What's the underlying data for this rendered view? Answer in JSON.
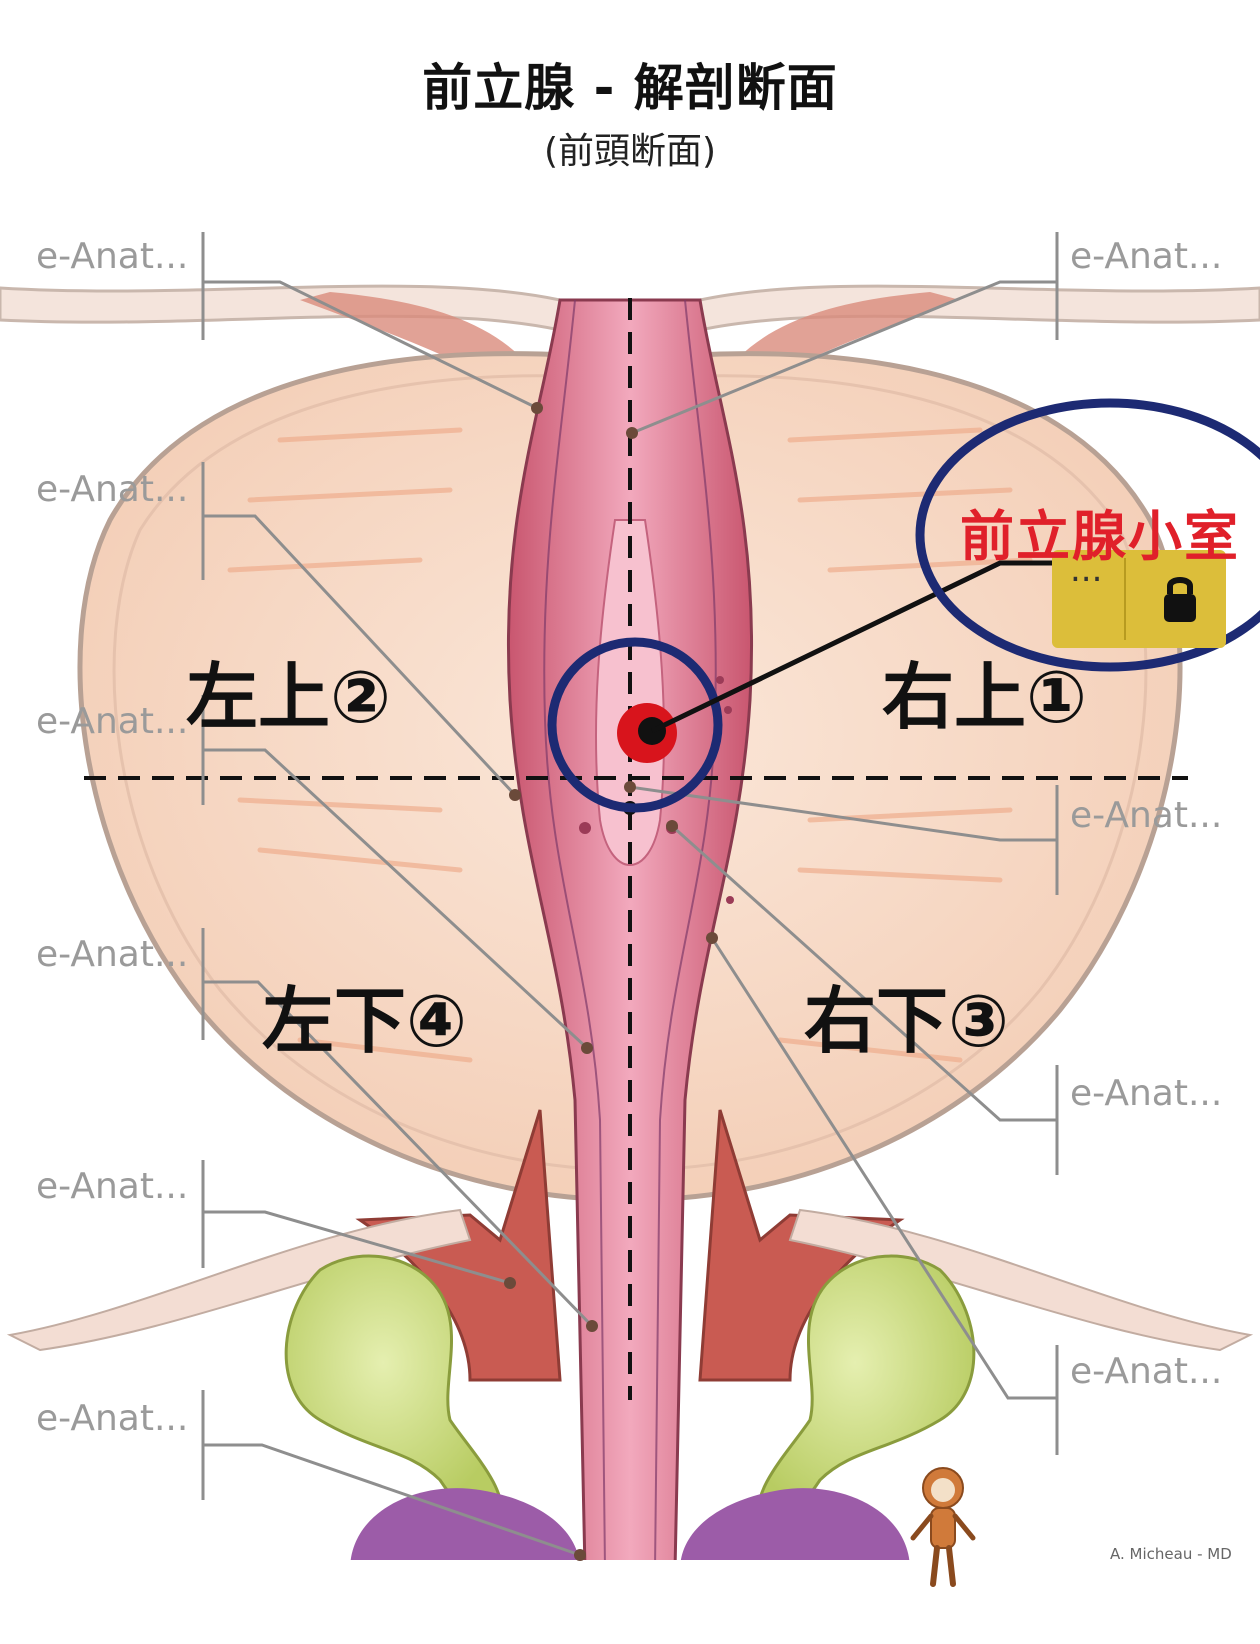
{
  "header": {
    "title": "前立腺 - 解剖断面",
    "subtitle": "(前頭断面)"
  },
  "watermark_labels": {
    "left": [
      "e-Anat...",
      "e-Anat...",
      "e-Anat...",
      "e-Anat...",
      "e-Anat...",
      "e-Anat..."
    ],
    "right": [
      "e-Anat...",
      "e-Anat...",
      "e-Anat...",
      "e-Anat..."
    ]
  },
  "quadrants": {
    "upper_right": "右上①",
    "upper_left": "左上②",
    "lower_right": "右下③",
    "lower_left": "左下④"
  },
  "callout": {
    "label": "前立腺小室",
    "locked_label": "...",
    "lock_icon": "lock-icon"
  },
  "credit": "A. Micheau - MD",
  "colors": {
    "gland": "#f7dccb",
    "urethra": "#e07f98",
    "muscle": "#c95b52",
    "gland_bulb": "#c8dc7c",
    "bulb": "#9c5ca8",
    "callout_circle": "#1d2a73",
    "marker": "#d8141c",
    "callout_text": "#e0202a",
    "lock_box": "#dcbe3a"
  }
}
